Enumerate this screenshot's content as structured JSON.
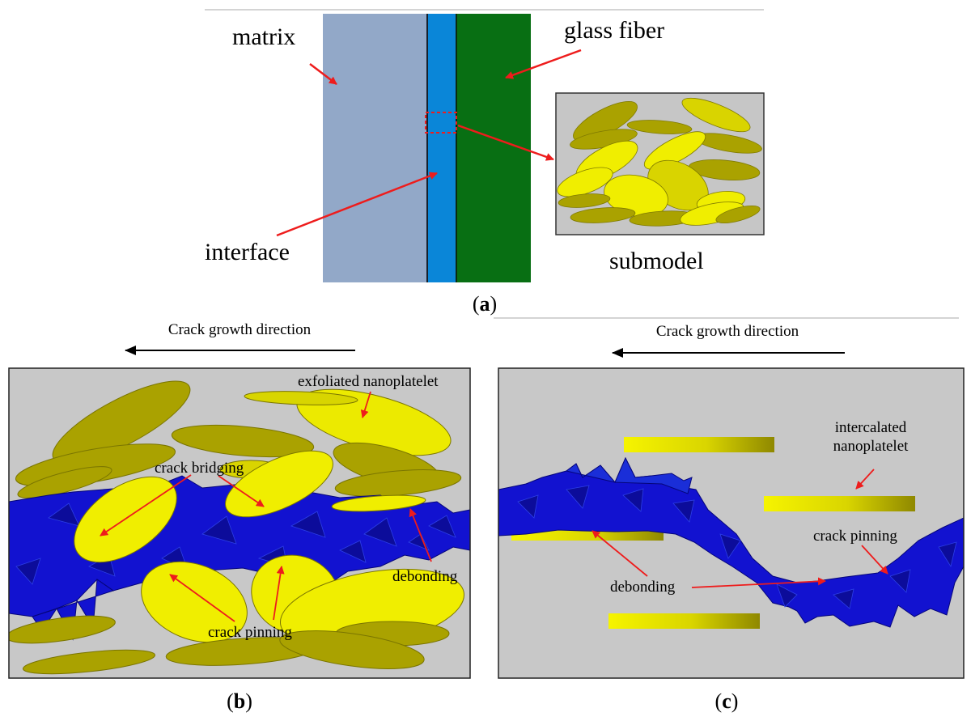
{
  "panel_a": {
    "labels": {
      "matrix": "matrix",
      "glass_fiber": "glass fiber",
      "interface": "interface",
      "submodel": "submodel"
    },
    "caption": {
      "open": "(",
      "letter": "a",
      "close": ")"
    },
    "colors": {
      "matrix": "#92a8c8",
      "interface": "#0a86d8",
      "glass_fiber": "#086f13",
      "submodel_bg": "#c6c6c6",
      "arrow": "#ee1c1c"
    }
  },
  "panel_b": {
    "direction_label": "Crack growth direction",
    "labels": {
      "exfoliated": "exfoliated nanoplatelet",
      "crack_bridging": "crack bridging",
      "debonding": "debonding",
      "crack_pinning": "crack pinning"
    },
    "caption": {
      "open": "(",
      "letter": "b",
      "close": ")"
    }
  },
  "panel_c": {
    "direction_label": "Crack growth direction",
    "labels": {
      "intercalated_line1": "intercalated",
      "intercalated_line2": "nanoplatelet",
      "crack_pinning": "crack pinning",
      "debonding": "debonding"
    },
    "caption": {
      "open": "(",
      "letter": "c",
      "close": ")"
    }
  },
  "colors": {
    "crack": "#1212d0",
    "platelet_light": "#f0ee00",
    "platelet_dark": "#aaa200",
    "background": "#c8c8c8"
  }
}
